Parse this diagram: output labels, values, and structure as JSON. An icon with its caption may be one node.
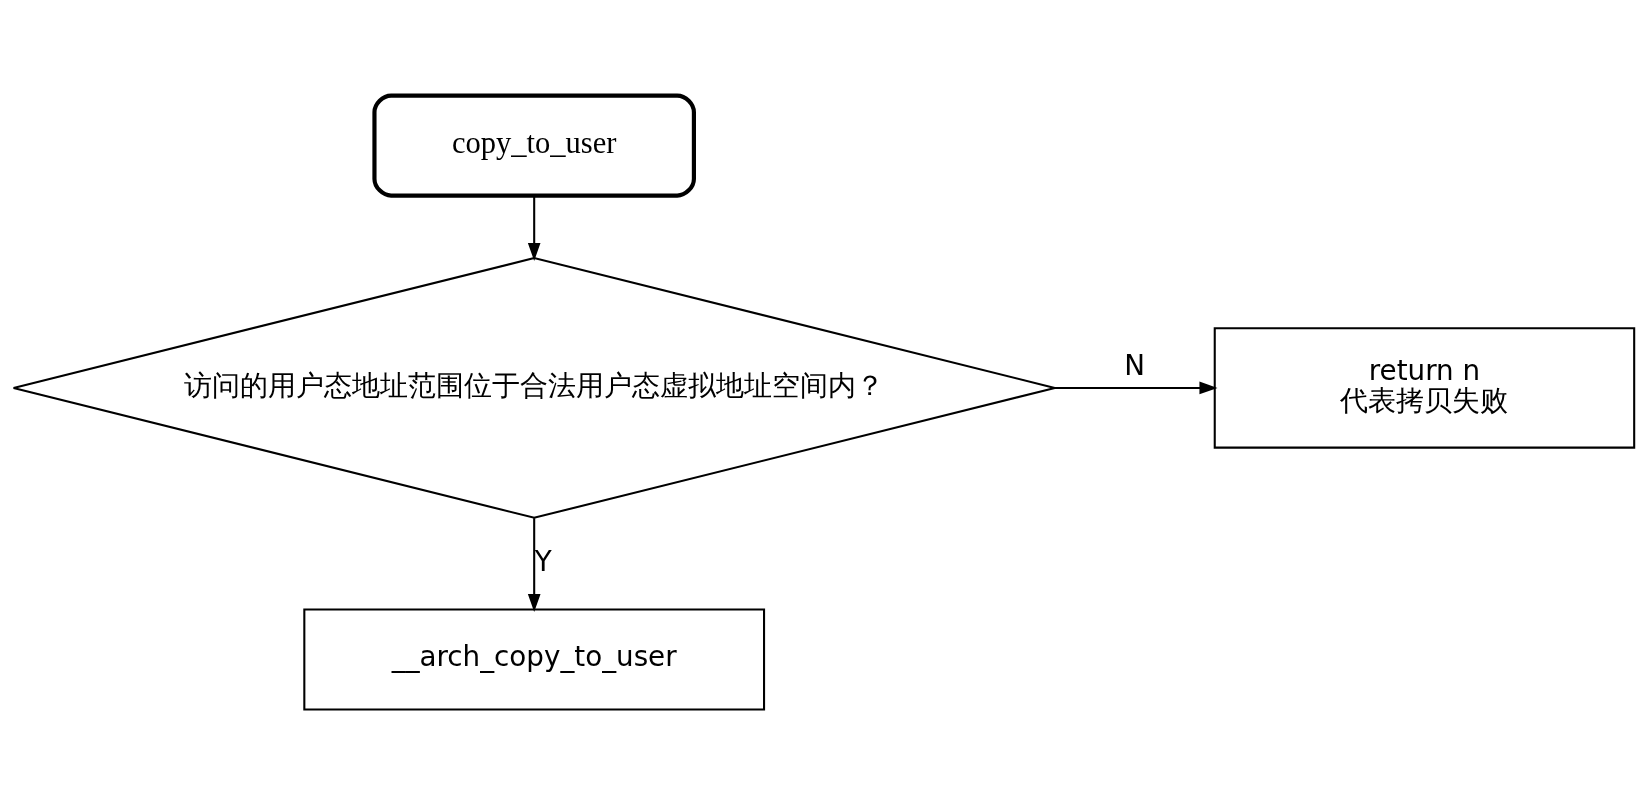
{
  "diagram": {
    "nodes": [
      {
        "text": [
          "copy_to_user"
        ]
      },
      {
        "text": [
          "访问的用户态地址范围位于合法用户态虚拟地址空间内？"
        ]
      },
      {
        "text": [
          "return n",
          "代表拷贝失败"
        ]
      },
      {
        "text": [
          "__arch_copy_to_user"
        ]
      }
    ],
    "edges": [
      {
        "from": 0,
        "to": 1,
        "arrow": "to"
      },
      {
        "from": 1,
        "to": 2,
        "arrow": "to",
        "label": "N"
      },
      {
        "from": 1,
        "to": 3,
        "arrow": "to",
        "label": "Y"
      }
    ]
  }
}
